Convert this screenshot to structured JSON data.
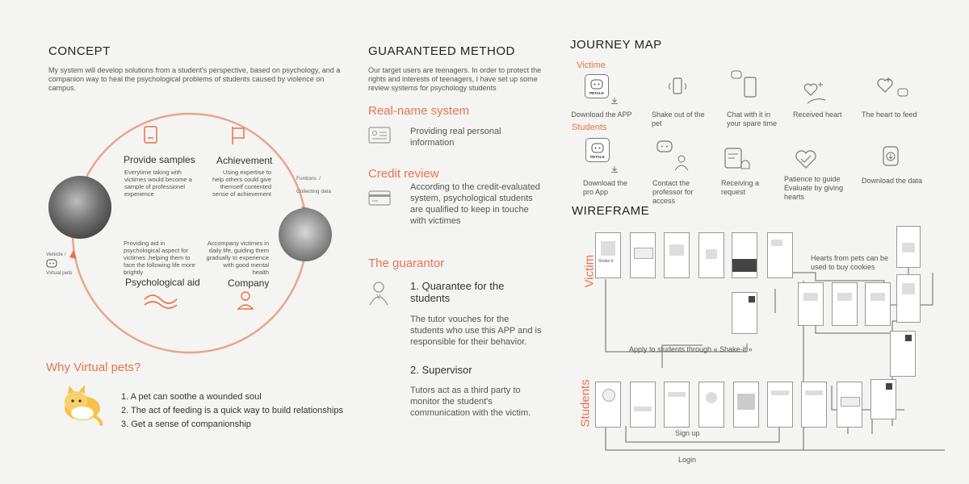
{
  "concept": {
    "title": "CONCEPT",
    "intro": "My system will develop solutions from a student's perspective, based on psychology, and a companion way to heal the psychological problems of students caused by violence on campus.",
    "provide": {
      "title": "Provide samples",
      "text": "Everytime taking with victimes would become a sample of professionel experience"
    },
    "achievement": {
      "title": "Achievement",
      "text": "Using expertise to help others could give themself contented sense of achievement"
    },
    "psych": {
      "title": "Psychological aid",
      "text": "Providing aid in psychological aspect for victimes ,helping them to face the following life more brightly"
    },
    "company": {
      "title": "Company",
      "text": "Accompany victimes in daily life, guiding them gradually to experience with good mental health"
    },
    "functions": "Funtions /",
    "collecting": "Collecting data",
    "vehicle": "Vehicle /",
    "virtual_pets": "Virtual pets"
  },
  "why": {
    "title": "Why Virtual pets?",
    "items": [
      "1. A pet can soothe a wounded soul",
      "2. The act of feeding is a quick way to build relationships",
      "3. Get a sense of companionship"
    ]
  },
  "method": {
    "title": "GUARANTEED METHOD",
    "intro": "Our target users are teenagers. In order to protect the rights and interests of teenagers, I have set up some review systems for psychology students",
    "realname": {
      "title": "Real-name system",
      "text": "Providing real personal information"
    },
    "credit": {
      "title": "Credit review",
      "text": "According to the credit-evaluated system, psychological students are qualified to keep in touche with victimes"
    },
    "guarantor": {
      "title": "The guarantor",
      "g1_title": "1. Quarantee for the students",
      "g1_text": "The tutor vouches for the students who use this APP and is responsible for their behavior.",
      "g2_title": "2. Supervisor",
      "g2_text": "Tutors act as a third party to monitor the student's communication with the victim."
    }
  },
  "journey": {
    "title": "JOURNEY MAP",
    "victime_label": "Victime",
    "students_label": "Students",
    "app_logo": "PETALK",
    "victime_steps": [
      "Download the APP",
      "Shake out of the pet",
      "Chat with it in your spare time",
      "Received heart",
      "The heart to feed"
    ],
    "student_steps": [
      "Download the pro App",
      "Contact the professor for access",
      "Receiving a request",
      "Patience to guide Evaluate by giving hearts",
      "Download the data"
    ]
  },
  "wireframe": {
    "title": "WIREFRAME",
    "victim_label": "Victim",
    "students_label": "Students",
    "hearts_note": "Hearts from pets can be used to buy cookies",
    "apply_note": "Apply to students through « Shake-it »",
    "shake_label": "Shake-it",
    "signup": "Sign up",
    "login": "Login"
  },
  "colors": {
    "accent": "#e8734a",
    "background": "#f4f4f3"
  }
}
